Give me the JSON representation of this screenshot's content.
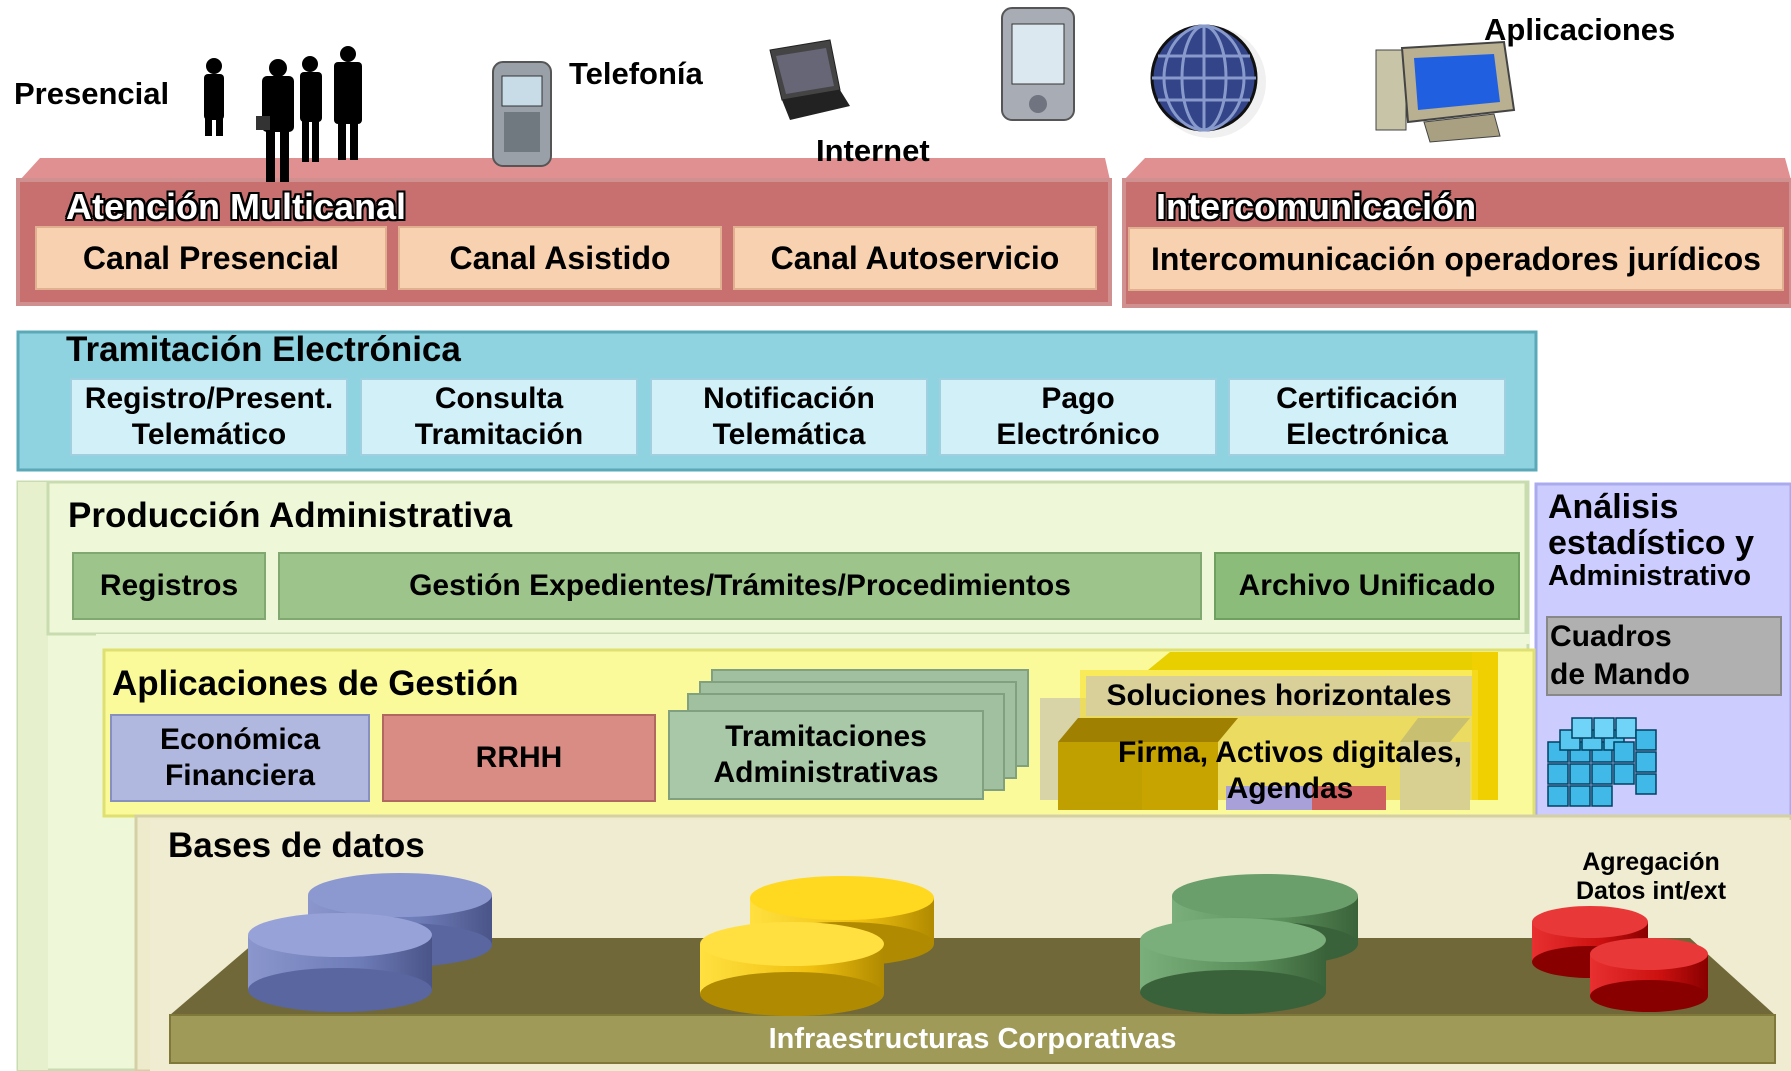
{
  "channels": {
    "presencial": "Presencial",
    "telefonia": "Telefonía",
    "internet": "Internet",
    "aplicaciones": "Aplicaciones"
  },
  "atencion": {
    "title": "Atención Multicanal",
    "items": [
      "Canal Presencial",
      "Canal Asistido",
      "Canal Autoservicio"
    ]
  },
  "intercom": {
    "title": "Intercomunicación",
    "item": "Intercomunicación operadores jurídicos"
  },
  "tramitacion": {
    "title": "Tramitación Electrónica",
    "items": [
      {
        "line1": "Registro/Present.",
        "line2": "Telemático"
      },
      {
        "line1": "Consulta",
        "line2": "Tramitación"
      },
      {
        "line1": "Notificación",
        "line2": "Telemática"
      },
      {
        "line1": "Pago",
        "line2": "Electrónico"
      },
      {
        "line1": "Certificación",
        "line2": "Electrónica"
      }
    ]
  },
  "produccion": {
    "title": "Producción Administrativa",
    "items": [
      "Registros",
      "Gestión Expedientes/Trámites/Procedimientos",
      "Archivo Unificado"
    ]
  },
  "analisis": {
    "line1": "Análisis",
    "line2": "estadístico y",
    "line3": "Administrativo",
    "cuadros1": "Cuadros",
    "cuadros2": "de Mando"
  },
  "aplicaciones": {
    "title": "Aplicaciones de Gestión",
    "economica1": "Económica",
    "economica2": "Financiera",
    "rrhh": "RRHH",
    "tramit1": "Tramitaciones",
    "tramit2": "Administrativas",
    "soluciones": "Soluciones horizontales",
    "firma1": "Firma, Activos digitales,",
    "firma2": "Agendas"
  },
  "bases": {
    "title": "Bases de datos",
    "agregacion1": "Agregación",
    "agregacion2": "Datos int/ext",
    "infra": "Infraestructuras Corporativas"
  },
  "colors": {
    "atencion_bg": "#c87070",
    "canal_box": "#f8d2b0",
    "tramitacion_bg": "#8fd3e0",
    "tramitacion_box": "#d2f0f8",
    "produccion_bg": "#eef8d8",
    "produccion_box": "#9dc48a",
    "aplicaciones_bg": "#fafa9a",
    "bases_bg": "#eeeacc",
    "analisis_bg": "#ccccff",
    "infra": "#a09a58"
  }
}
